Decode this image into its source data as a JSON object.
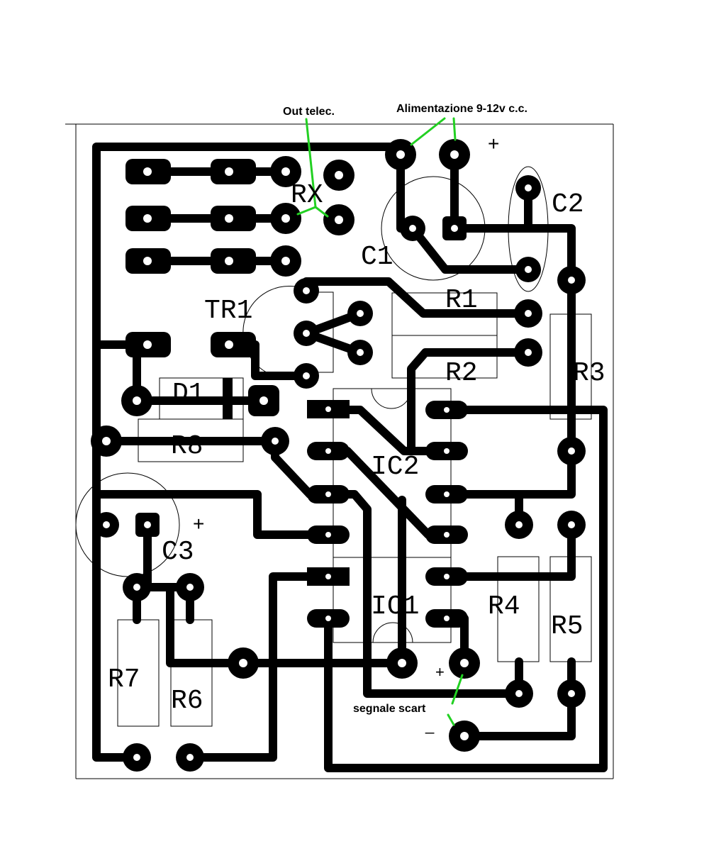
{
  "annotations": {
    "out_telec": "Out telec.",
    "alimentazione": "Alimentazione 9-12v c.c.",
    "segnale_scart": "segnale scart"
  },
  "signs": {
    "plus_power": "+",
    "plus_c3": "+",
    "plus_scart": "+",
    "minus_scart": "_"
  },
  "components": {
    "rx": "RX",
    "c1": "C1",
    "c2": "C2",
    "c3": "C3",
    "tr1": "TR1",
    "r1": "R1",
    "r2": "R2",
    "r3": "R3",
    "r4": "R4",
    "r5": "R5",
    "r6": "R6",
    "r7": "R7",
    "r8": "R8",
    "d1": "D1",
    "ic1": "IC1",
    "ic2": "IC2"
  },
  "colors": {
    "copper": "#000000",
    "board": "#ffffff",
    "leader": "#22d022"
  }
}
